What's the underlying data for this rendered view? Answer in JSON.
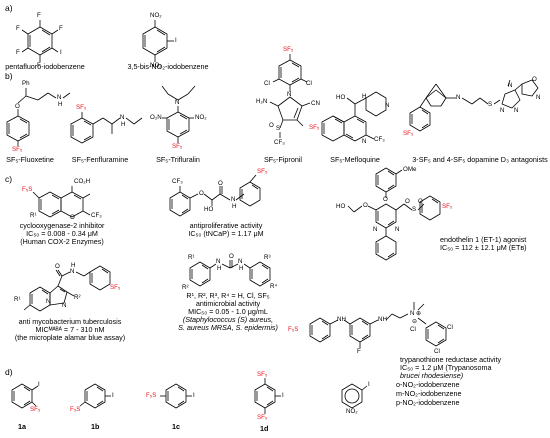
{
  "accent_color": "#e8111b",
  "sections": {
    "a": "a)",
    "b": "b)",
    "c": "c)",
    "d": "d)"
  },
  "section_a": {
    "captions": [
      "pentafluoro-iodobenzene",
      "3,5-bis-NO₂-iodobenzene"
    ],
    "atoms": {
      "F": "F",
      "I": "I",
      "NO2": "NO₂",
      "O2N": "O₂N"
    }
  },
  "section_b": {
    "captions": [
      "SF₅-Fluoxetine",
      "SF₅-Fenfluramine",
      "SF₅-Trifluralin",
      "SF₅-Fipronil",
      "SF₅-Mefloquine",
      "3-SF₅ and 4-SF₅ dopamine D₃ antagonists"
    ],
    "atoms": {
      "SF5": "SF₅",
      "Ph": "Ph",
      "N": "N",
      "H": "H",
      "O": "O",
      "Cl": "Cl",
      "CF3": "CF₃",
      "CN": "CN",
      "H2N": "H₂N",
      "HO": "HO",
      "S": "S",
      "NO2": "NO₂",
      "O2N": "O₂N"
    }
  },
  "section_c": {
    "cox2": [
      "cyclooxygenase-2 inhibitor",
      "IC₅₀ = 0.008 - 0.34 μM",
      "(Human COX-2 Enzymes)"
    ],
    "antiprolif": [
      "antiproliferative activity",
      "IC₅₀ (tNCaP) = 1.17 μM"
    ],
    "endothelin": [
      "endothelin 1 (ET-1) agonist",
      "IC₅₀ = 112 ± 12.1 μM (ETʙ)"
    ],
    "tb": [
      "anti mycobacterium tuberculosis",
      "MICᴹᴬᴮᴬ = 7 - 310 nM",
      "(the microplate alamar blue assay)"
    ],
    "antimicrobial": [
      "R¹, R², R³, R⁴ = H, Cl, SF₅",
      "antimicrobial activity",
      "MIC₅₀ = 0.05 - 1.0 μg/mL",
      "(Staphylococcus (S) aureus,",
      "S. aureus MRSA, S. epidermis)"
    ],
    "trypano": [
      "trypanothione reductase activity",
      "IC₅₀ = 1.2 μM (Trypanosoma",
      "brucei rhodesiense)"
    ],
    "atoms": {
      "F5S": "F₅S",
      "SF5": "SF₅",
      "CO2H": "CO₂H",
      "CF3": "CF₃",
      "R1": "R¹",
      "R2": "R²",
      "R3": "R³",
      "R4": "R⁴",
      "O": "O",
      "N": "N",
      "H": "H",
      "OMe": "OMe",
      "HO": "HO",
      "NH": "NH",
      "Cl": "Cl",
      "F": "F",
      "S": "S",
      "plus": "⊕",
      "minus": "⊖"
    }
  },
  "section_d": {
    "labels": [
      "1a",
      "1b",
      "1c",
      "1d"
    ],
    "legend": [
      "o-NO₂-iodobenzene",
      "m-NO₂-iodobenzene",
      "p-NO₂-iodobenzene"
    ],
    "atoms": {
      "I": "I",
      "SF5": "SF₅",
      "F5S": "F₅S",
      "NO2": "NO₂"
    }
  }
}
